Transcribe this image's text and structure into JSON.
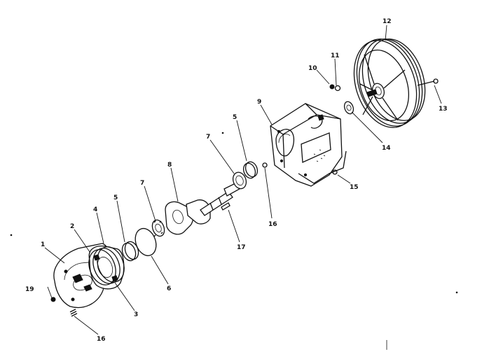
{
  "diagram": {
    "labels": {
      "p1": "1",
      "p2": "2",
      "p3": "3",
      "p4": "4",
      "p5a": "5",
      "p5b": "5",
      "p6": "6",
      "p7a": "7",
      "p7b": "7",
      "p8": "8",
      "p9": "9",
      "p10": "10",
      "p11": "11",
      "p12": "12",
      "p13": "13",
      "p14": "14",
      "p15": "15",
      "p16a": "16",
      "p16b": "16",
      "p17": "17",
      "p19": "19"
    }
  }
}
